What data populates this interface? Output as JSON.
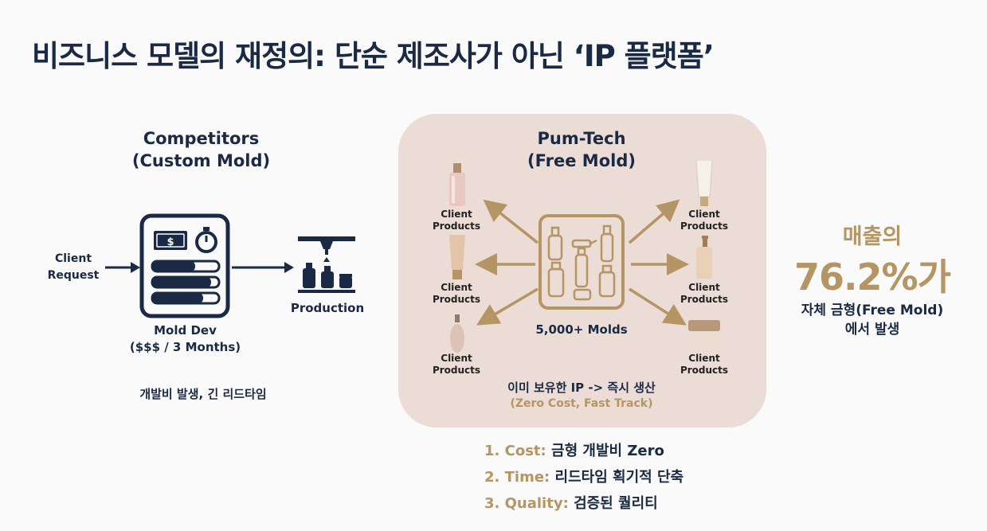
{
  "page": {
    "title": "비즈니스 모델의 재정의: 단순 제조사가 아닌 ‘IP 플랫폼’"
  },
  "competitors": {
    "title_line1": "Competitors",
    "title_line2": "(Custom Mold)",
    "request_line1": "Client",
    "request_line2": "Request",
    "dev_line1": "Mold Dev",
    "dev_line2": "($$$ / 3 Months)",
    "production": "Production",
    "note": "개발비 발생, 긴 리드타임",
    "dollar_symbol": "$"
  },
  "pumtech": {
    "title_line1": "Pum-Tech",
    "title_line2": "(Free Mold)",
    "molds": "5,000+ Molds",
    "product_labels": [
      {
        "line1": "Client",
        "line2": "Products"
      },
      {
        "line1": "Client",
        "line2": "Products"
      },
      {
        "line1": "Client",
        "line2": "Products"
      },
      {
        "line1": "Client",
        "line2": "Products"
      },
      {
        "line1": "Client",
        "line2": "Products"
      },
      {
        "line1": "Client",
        "line2": "Products"
      }
    ],
    "ip_note": "이미 보유한 IP -> 즉시 생산",
    "ip_sub": "(Zero Cost, Fast Track)"
  },
  "stat": {
    "label": "매출의",
    "value": "76.2%가",
    "desc_line1": "자체 금형(Free Mold)",
    "desc_line2": "에서 발생"
  },
  "benefits": [
    {
      "key": "1. Cost:",
      "text": "금형 개발비 Zero"
    },
    {
      "key": "2. Time:",
      "text": "리드타임 획기적 단축"
    },
    {
      "key": "3. Quality:",
      "text": "검증된 퀄리티"
    }
  ],
  "colors": {
    "navy": "#1b2a44",
    "gold": "#b59563",
    "panel": "#ecdcd6"
  }
}
